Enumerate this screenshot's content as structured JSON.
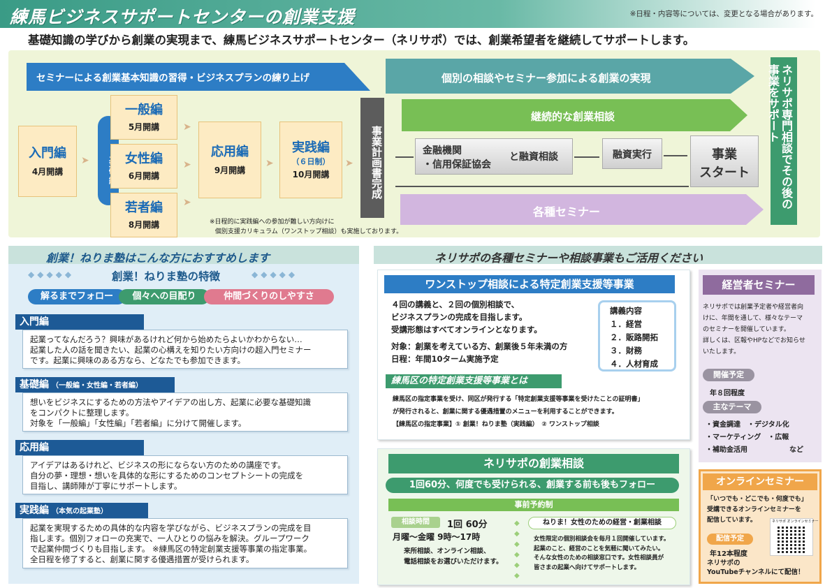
{
  "header": {
    "title": "練馬ビジネスサポートセンターの創業支援",
    "note": "※日程・内容等については、変更となる場合があります。"
  },
  "lead": "基礎知識の学びから創業の実現まで、練馬ビジネスサポートセンター（ネリサポ）では、創業希望者を継続してサポートします。",
  "flow": {
    "seminar_arrow": "セミナーによる創業基本知識の習得・ビジネスプランの練り上げ",
    "realize_arrow": "個別の相談やセミナー参加による創業の実現",
    "nyumon": {
      "title": "入門編",
      "date": "4月開講"
    },
    "kiso": "基礎編",
    "ippan": {
      "title": "一般編",
      "date": "5月開講"
    },
    "josei": {
      "title": "女性編",
      "date": "6月開講"
    },
    "wakamono": {
      "title": "若者編",
      "date": "8月開講"
    },
    "oyo": {
      "title": "応用編",
      "date": "9月開講"
    },
    "jissen": {
      "title": "実践編",
      "sub": "（６日制）",
      "date": "10月開講"
    },
    "plan": "事業計画書完成",
    "keizoku": "継続的な創業相談",
    "kinyu1": "金融機関",
    "kinyu2": "・信用保証協会",
    "yushi_soudan": "と融資相談",
    "yushi_jikko": "融資実行",
    "start1": "事業",
    "start2": "スタート",
    "kakushu": "各種セミナー",
    "support": "ネリサポ専門相談でその後の事業をサポート",
    "note1": "※日程的に実践編への参加が難しい方向けに",
    "note2": "個別支援カリキュラム（ワンストップ相談）も実施しております。"
  },
  "left": {
    "title": "創業！ねりま塾はこんな方におすすめします",
    "feature_title": "創業！ねりま塾の特徴",
    "pills": [
      "解るまでフォロー",
      "個々への目配り",
      "仲間づくりのしやすさ"
    ],
    "sections": [
      {
        "label": "入門編",
        "lines": [
          "起業ってなんだろう？興味があるけれど何から始めたらよいかわからない…",
          "起業した人の話を聞きたい、起業の心構えを知りたい方向けの超入門セミナー",
          "です。起業に興味のある方なら、どなたでも参加できます。"
        ]
      },
      {
        "label": "基礎編",
        "label_sub": "（一般編・女性編・若者編）",
        "lines": [
          "想いをビジネスにするための方法やアイデアの出し方、起業に必要な基礎知識",
          "をコンパクトに整理します。",
          "対象を「一般編」「女性編」「若者編」に分けて開催します。"
        ]
      },
      {
        "label": "応用編",
        "lines": [
          "アイデアはあるけれど、ビジネスの形にならない方のための講座です。",
          "自分の夢・理想・想いを具体的な形にするためのコンセプトシートの完成を",
          "目指し、講師陣が丁寧にサポートします。"
        ]
      },
      {
        "label": "実践編",
        "label_sub": "（本気の起業塾）",
        "lines": [
          "起業を実現するための具体的な内容を学びながら、ビジネスプランの完成を目",
          "指します。個別フォローの充実で、一人ひとりの悩みを解決。グループワーク",
          "で起業仲間づくりも目指します。 ※練馬区の特定創業支援等事業の指定事業。",
          "全日程を修了すると、創業に関する優遇措置が受けられます。"
        ]
      }
    ]
  },
  "right": {
    "title": "ネリサポの各種セミナーや相談事業もご活用ください",
    "onestop": {
      "title": "ワンストップ相談による特定創業支援等事業",
      "lines": [
        "４回の講義と、２回の個別相談で、",
        "ビジネスプランの完成を目指します。",
        "受講形態はすべてオンラインとなります。"
      ],
      "target": "対象：創業を考えている方、創業後５年未満の方",
      "schedule": "日程：年間10ターム実施予定",
      "topics_title": "講義内容",
      "topics": [
        "１．経営",
        "２．販路開拓",
        "３．財務",
        "４．人材育成"
      ],
      "sub_title": "練馬区の特定創業支援等事業とは",
      "sub_lines": [
        "練馬区の指定事業を受け、同区が発行する「特定創業支援等事業を受けたことの証明書」",
        "が発行されると、創業に関する優遇措置のメニューを利用することができます。"
      ],
      "designated": "【練馬区の指定事業】① 創業！ねりま塾（実践編）　② ワンストップ相談"
    },
    "consult": {
      "title": "ネリサポの創業相談",
      "banner": "1回60分、何度でも受けられる、創業する前も後もフォロー",
      "reserve": "事前予約制",
      "time_label": "相談時間",
      "time_value": "1回 60分",
      "days": "月曜～金曜 9時～17時",
      "methods": [
        "来所相談、オンライン相談、",
        "電話相談をお選びいただけます。"
      ],
      "women_title": "ねりま！女性のための経営・創業相談",
      "women_lines": [
        "女性限定の個別相談会を毎月１回開催しています。",
        "起業のこと、経営のことを気軽に聞いてみたい。",
        "そんな女性のための相談窓口です。女性相談員が",
        "皆さまの起業へ向けてサポートします。"
      ]
    },
    "manager": {
      "title": "経営者セミナー",
      "lines": [
        "ネリサポでは創業予定者や経営者向",
        "けに、年間を通して、様々なテーマ",
        "のセミナーを開催しています。",
        "詳しくは、区報やHPなどでお知らせ",
        "いたします。"
      ],
      "schedule_label": "開催予定",
      "schedule": "年８回程度",
      "theme_label": "主なテーマ",
      "themes": [
        "・資金調達　・デジタル化",
        "・マーケティング　・広報",
        "・補助金活用　　　　　　など"
      ]
    },
    "online": {
      "title": "オンラインセミナー",
      "lines": [
        "「いつでも・どこでも・何度でも」",
        "受講できるオンラインセミナーを",
        "配信しています。"
      ],
      "schedule_label": "配信予定",
      "schedule": "年12本程度",
      "channel": [
        "ネリサポの",
        "YouTubeチャンネルにて配信！"
      ],
      "qr_caption": "ネリサポ オンラインセミナー"
    }
  }
}
